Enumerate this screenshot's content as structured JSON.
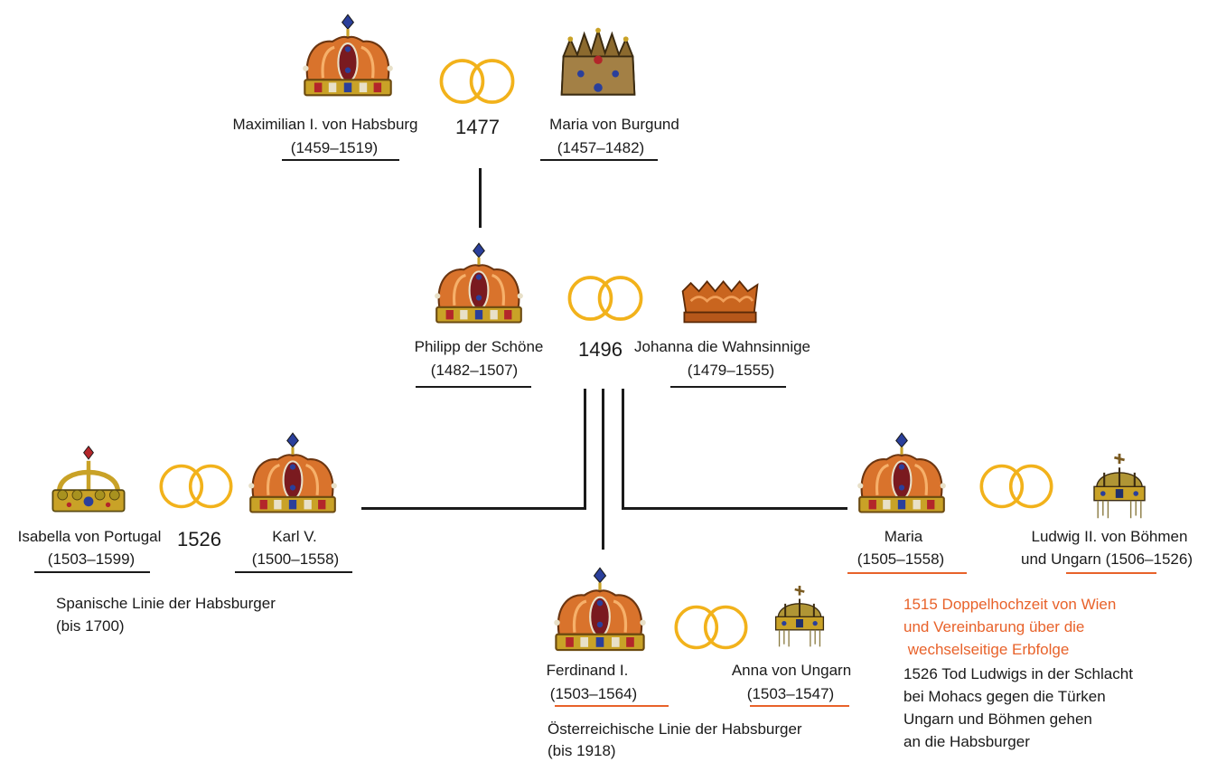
{
  "colors": {
    "ring": "#f2b21b",
    "accent": "#e8622a",
    "line": "#1a1a1a",
    "crown_orange": "#d9732c",
    "crown_gold": "#c9a227",
    "jewel_blue": "#2a3f9b",
    "jewel_red": "#b3262a"
  },
  "icons": {
    "imperial_crown": "habsburg-crown-icon",
    "burgundy_crown": "burgundy-crown-icon",
    "castile_crown": "castile-crown-icon",
    "portugal_crown": "portugal-crown-icon",
    "hungarian_crown": "hungarian-crown-icon",
    "rings": "wedding-rings-icon"
  },
  "gen1": {
    "left": {
      "name": "Maximilian I. von Habsburg",
      "dates": "(1459–1519)"
    },
    "year": "1477",
    "right": {
      "name": "Maria von Burgund",
      "dates": "(1457–1482)"
    }
  },
  "gen2": {
    "left": {
      "name": "Philipp der Schöne",
      "dates": "(1482–1507)"
    },
    "year": "1496",
    "right": {
      "name": "Johanna die Wahnsinnige",
      "dates": "(1479–1555)"
    }
  },
  "spain": {
    "spouse": {
      "name": "Isabella von Portugal",
      "dates": "(1503–1599)"
    },
    "year": "1526",
    "heir": {
      "name": "Karl V.",
      "dates": "(1500–1558)"
    },
    "note_line1": "Spanische Linie der Habsburger",
    "note_line2": "(bis 1700)"
  },
  "austria": {
    "heir": {
      "name": "Ferdinand I.",
      "dates": "(1503–1564)"
    },
    "spouse": {
      "name": "Anna von Ungarn",
      "dates": "(1503–1547)"
    },
    "note_line1": "Österreichische Linie der Habsburger",
    "note_line2": "(bis 1918)"
  },
  "hungary": {
    "heir": {
      "name": "Maria",
      "dates": "(1505–1558)"
    },
    "spouse": {
      "name_line1": "Ludwig II. von Böhmen",
      "name_line2": "und Ungarn (1506–1526)"
    },
    "note_orange_1": "1515 Doppelhochzeit von Wien",
    "note_orange_2": "und Vereinbarung über die",
    "note_orange_3": " wechselseitige Erbfolge",
    "note_1": "1526 Tod Ludwigs in der Schlacht",
    "note_2": "bei Mohacs gegen die Türken",
    "note_3": "Ungarn und Böhmen gehen",
    "note_4": "an die Habsburger"
  }
}
